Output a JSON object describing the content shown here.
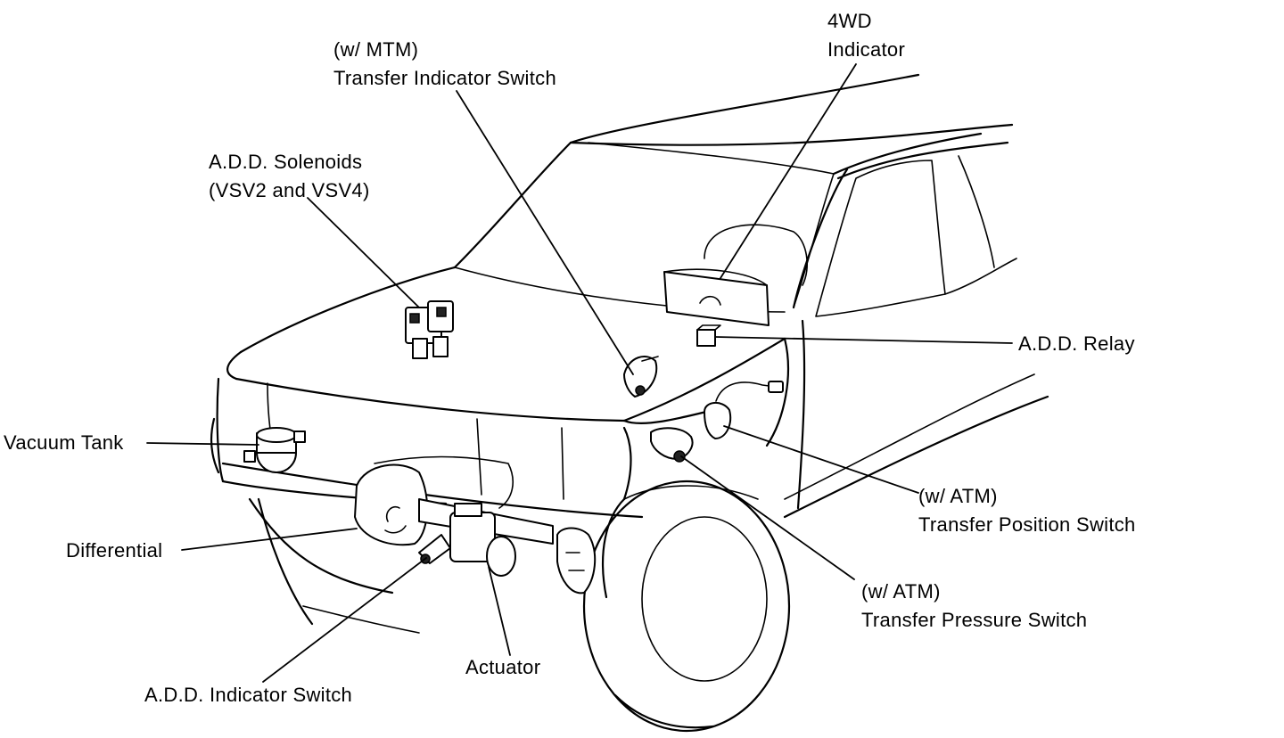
{
  "labels": {
    "indicator_4wd": [
      "4WD",
      "Indicator"
    ],
    "mtm_switch": [
      "(w/ MTM)",
      "Transfer Indicator Switch"
    ],
    "add_solenoids": [
      "A.D.D. Solenoids",
      "(VSV2 and VSV4)"
    ],
    "add_relay": [
      "A.D.D. Relay"
    ],
    "vacuum_tank": [
      "Vacuum Tank"
    ],
    "atm_position_switch": [
      "(w/ ATM)",
      "Transfer Position Switch"
    ],
    "differential": [
      "Differential"
    ],
    "atm_pressure_switch": [
      "(w/ ATM)",
      "Transfer Pressure Switch"
    ],
    "actuator": [
      "Actuator"
    ],
    "add_indicator_switch": [
      "A.D.D. Indicator Switch"
    ]
  }
}
